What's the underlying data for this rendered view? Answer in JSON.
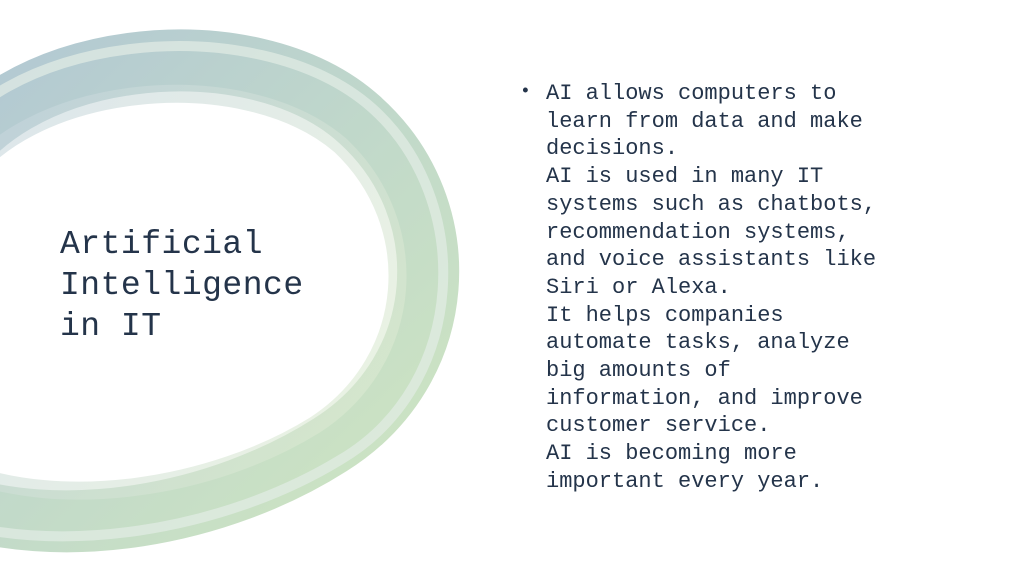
{
  "slide": {
    "title": "Artificial\nIntelligence\nin IT",
    "bullet_symbol": "•",
    "body_lines": [
      "AI allows computers to\nlearn from data and make\ndecisions.",
      "AI is used in many IT\nsystems such as chatbots,\nrecommendation systems,\nand voice assistants like\nSiri or Alexa.",
      "It helps companies\nautomate tasks, analyze\nbig amounts of\ninformation, and improve\ncustomer service.",
      "AI is becoming more\nimportant every year."
    ],
    "colors": {
      "text": "#24344a",
      "ring_blue": "#9cb8c9",
      "ring_green": "#b9d8b0"
    }
  }
}
